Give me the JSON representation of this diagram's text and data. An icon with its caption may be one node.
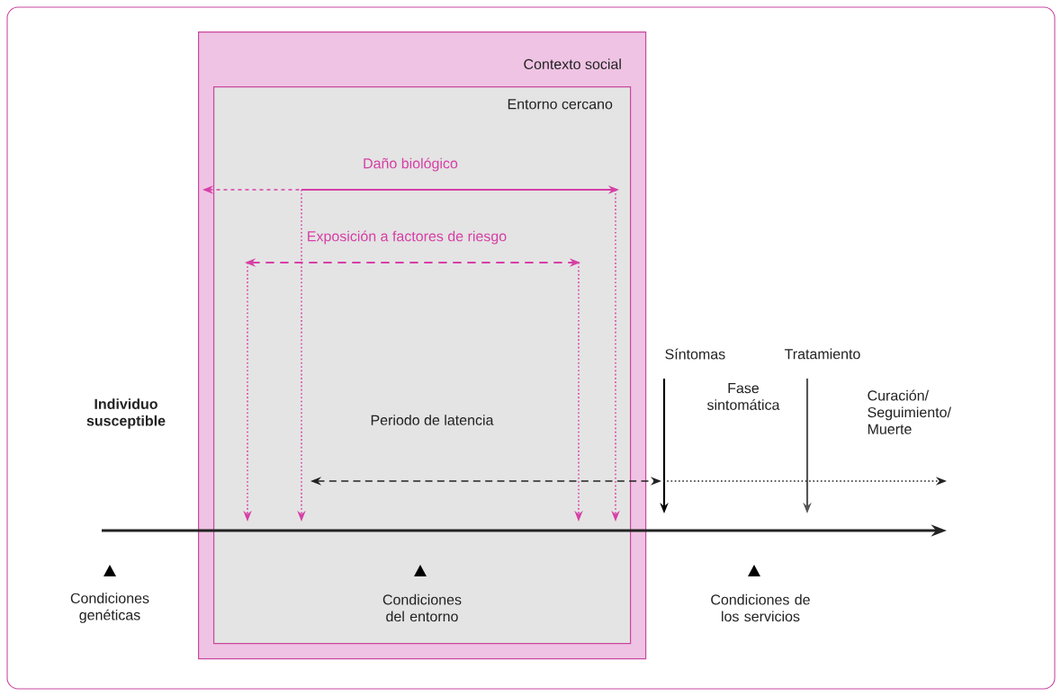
{
  "diagram": {
    "nodes": [
      {
        "text": [
          "Contexto social"
        ]
      },
      {
        "text": [
          "Entorno cercano"
        ],
        "in": 0
      },
      {
        "text": [
          "Síntomas"
        ]
      },
      {
        "text": [
          "Tratamiento"
        ]
      }
    ],
    "edges": [
      {
        "from": 2,
        "to": null,
        "arrow": "to"
      },
      {
        "from": 3,
        "to": null,
        "arrow": "to",
        "color": "#555555"
      },
      {
        "from": 1,
        "to": null,
        "arrow": "both",
        "style": "dashed"
      },
      {
        "from": 1,
        "to": null,
        "arrow": "to",
        "style": "dashed"
      }
    ],
    "labels": [
      "Daño biológico",
      "Exposición a factores de riesgo",
      "Individuo susceptible",
      "Periodo de latencia",
      "Fase sintomática",
      "Curación/ Seguimiento/ Muerte",
      "Condiciones genéticas",
      "Condiciones del entorno",
      "Condiciones de los servicios"
    ]
  }
}
